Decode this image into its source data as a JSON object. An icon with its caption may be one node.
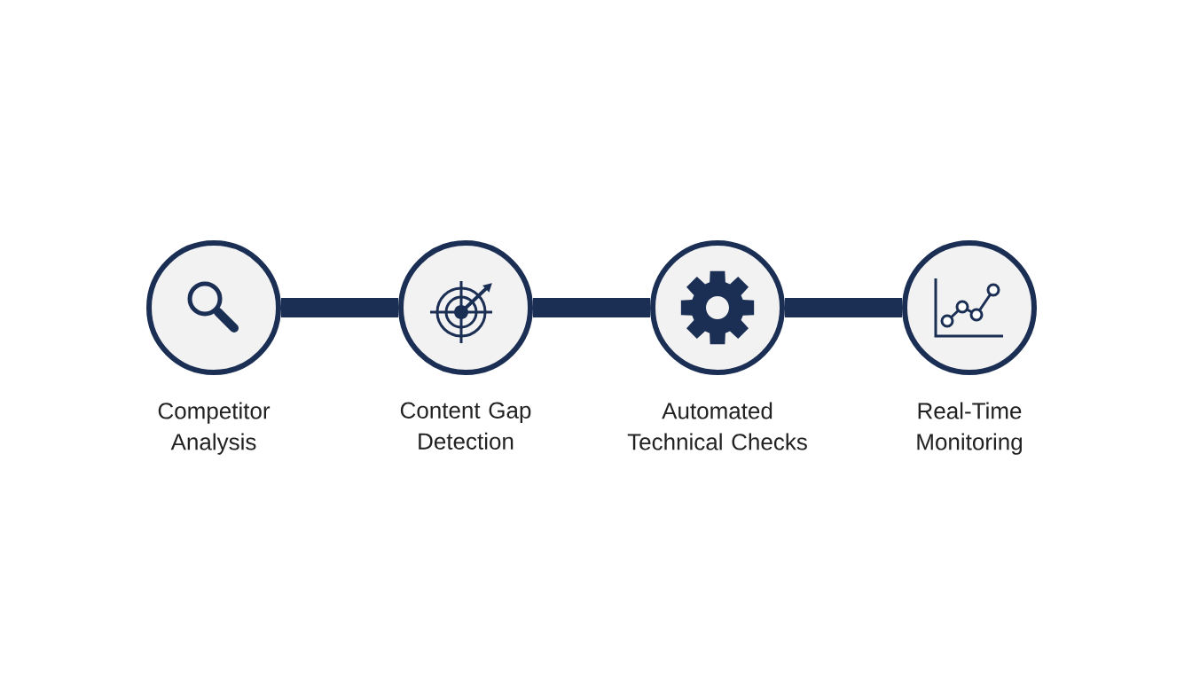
{
  "diagram": {
    "nodes": [
      {
        "text": [
          "Competitor Analysis"
        ]
      },
      {
        "text": [
          "Content Gap Detection"
        ]
      },
      {
        "text": [
          "Automated Technical Checks"
        ]
      },
      {
        "text": [
          "Real-Time Monitoring"
        ]
      }
    ],
    "edges": [
      {
        "from": 0,
        "to": 1,
        "arrow": "none"
      },
      {
        "from": 1,
        "to": 2,
        "arrow": "none"
      },
      {
        "from": 2,
        "to": 3,
        "arrow": "none"
      }
    ]
  }
}
